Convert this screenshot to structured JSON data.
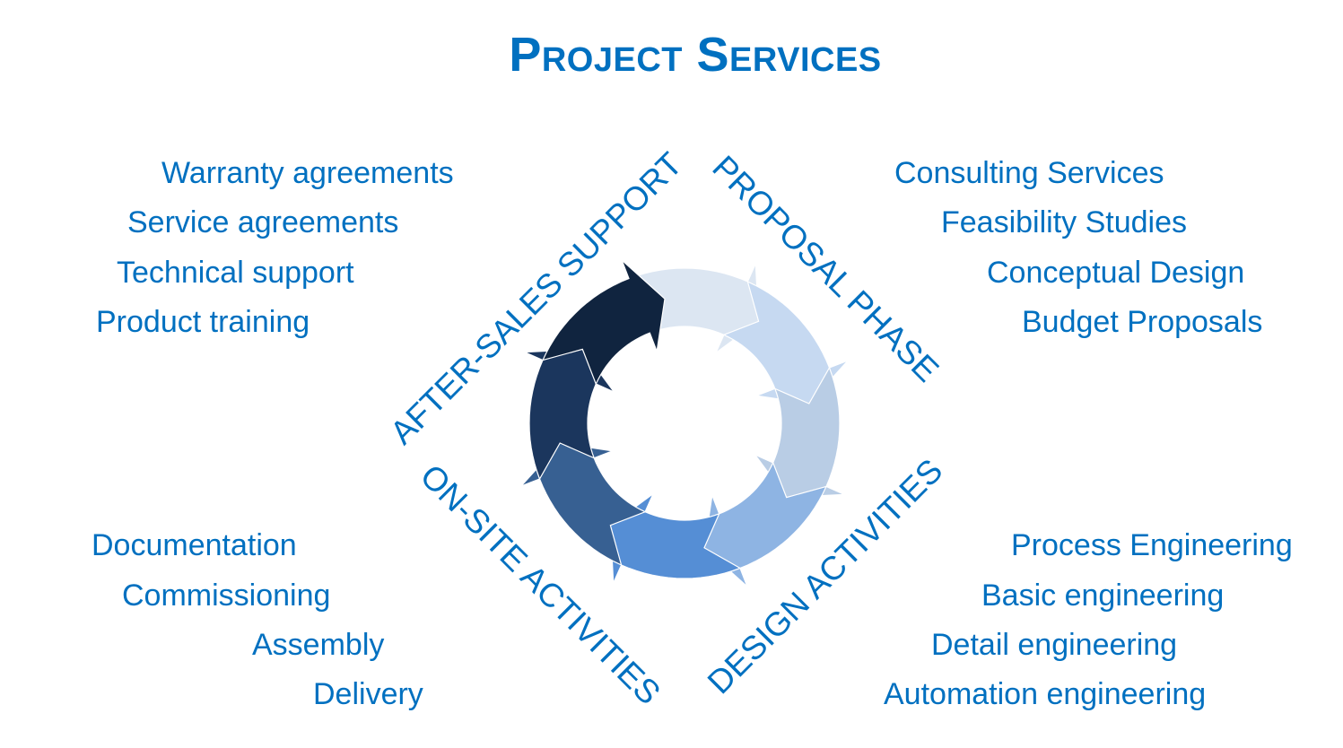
{
  "title": "Project Services",
  "phases": {
    "after_sales": "AFTER-SALES SUPPORT",
    "proposal": "PROPOSAL  PHASE",
    "design": "DESIGN  ACTIVITIES",
    "onsite": "ON-SITE  ACTIVITIES"
  },
  "lists": {
    "after_sales": [
      "Warranty agreements",
      "Service agreements",
      "Technical support",
      "Product training"
    ],
    "proposal": [
      "Consulting Services",
      "Feasibility Studies",
      "Conceptual Design",
      "Budget Proposals"
    ],
    "onsite": [
      "Documentation",
      "Commissioning",
      "Assembly",
      "Delivery"
    ],
    "design": [
      "Process Engineering",
      "Basic engineering",
      "Detail engineering",
      "Automation engineering"
    ]
  },
  "cycle_colors": [
    "#DCE6F2",
    "#C6D9F1",
    "#B9CDE5",
    "#8EB4E3",
    "#558ED5",
    "#376092",
    "#1B365D",
    "#10243F"
  ],
  "text_color": "#0070C0"
}
